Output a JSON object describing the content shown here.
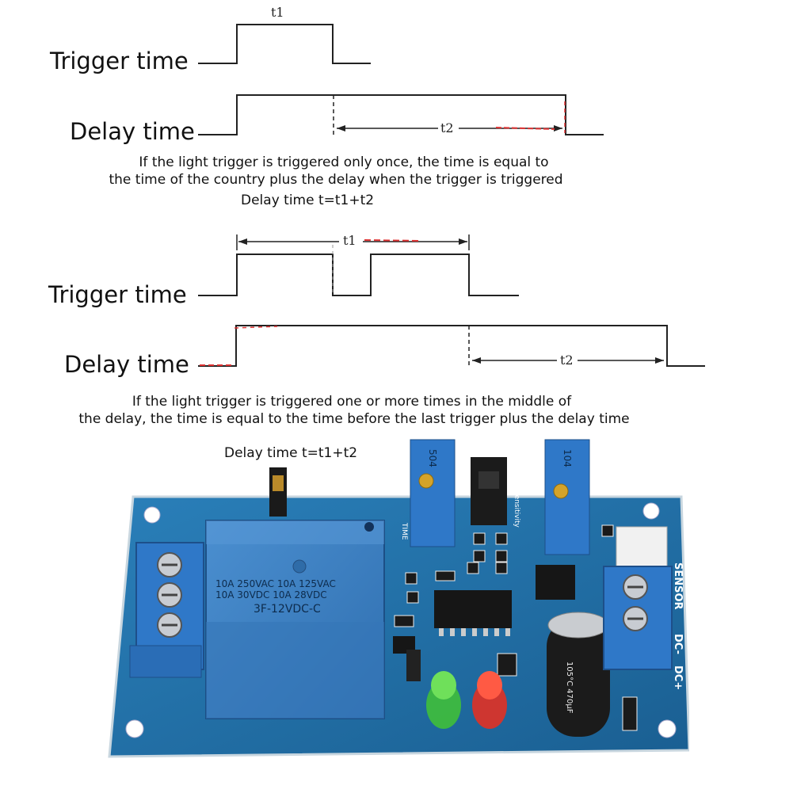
{
  "diagram1": {
    "trigger_label": "Trigger time",
    "delay_label": "Delay time",
    "t1_label": "t1",
    "t2_label": "t2",
    "caption_line1": "If the light trigger is triggered only once, the time is equal to",
    "caption_line2": "the time of the country plus the delay when the trigger is triggered",
    "formula": "Delay time t=t1+t2"
  },
  "diagram2": {
    "trigger_label": "Trigger time",
    "delay_label": "Delay time",
    "t1_label": "t1",
    "t2_label": "t2",
    "caption_line1": "If the light trigger is triggered one or more times in the middle of",
    "caption_line2": "the delay, the time is equal to the time before the last trigger plus the delay time",
    "formula": "Delay time t=t1+t2"
  },
  "board": {
    "relay_line1": "10A 250VAC 10A 125VAC",
    "relay_line2": "10A 30VDC 10A 28VDC",
    "relay_model": "3F-12VDC-C",
    "pot_left_code": "504",
    "pot_right_code": "104",
    "label_time": "TIME",
    "label_sensitivity": "sensitivity",
    "label_sensor": "SENSOR",
    "label_dc_minus": "DC-",
    "label_dc_plus": "DC+",
    "capacitor_text": "105°C 470µF",
    "colors": {
      "pcb": "#1e6fa6",
      "terminal": "#2f78c8",
      "relay": "#3a80c4",
      "led_green": "#3fbf3a",
      "led_red": "#d8342a"
    }
  }
}
